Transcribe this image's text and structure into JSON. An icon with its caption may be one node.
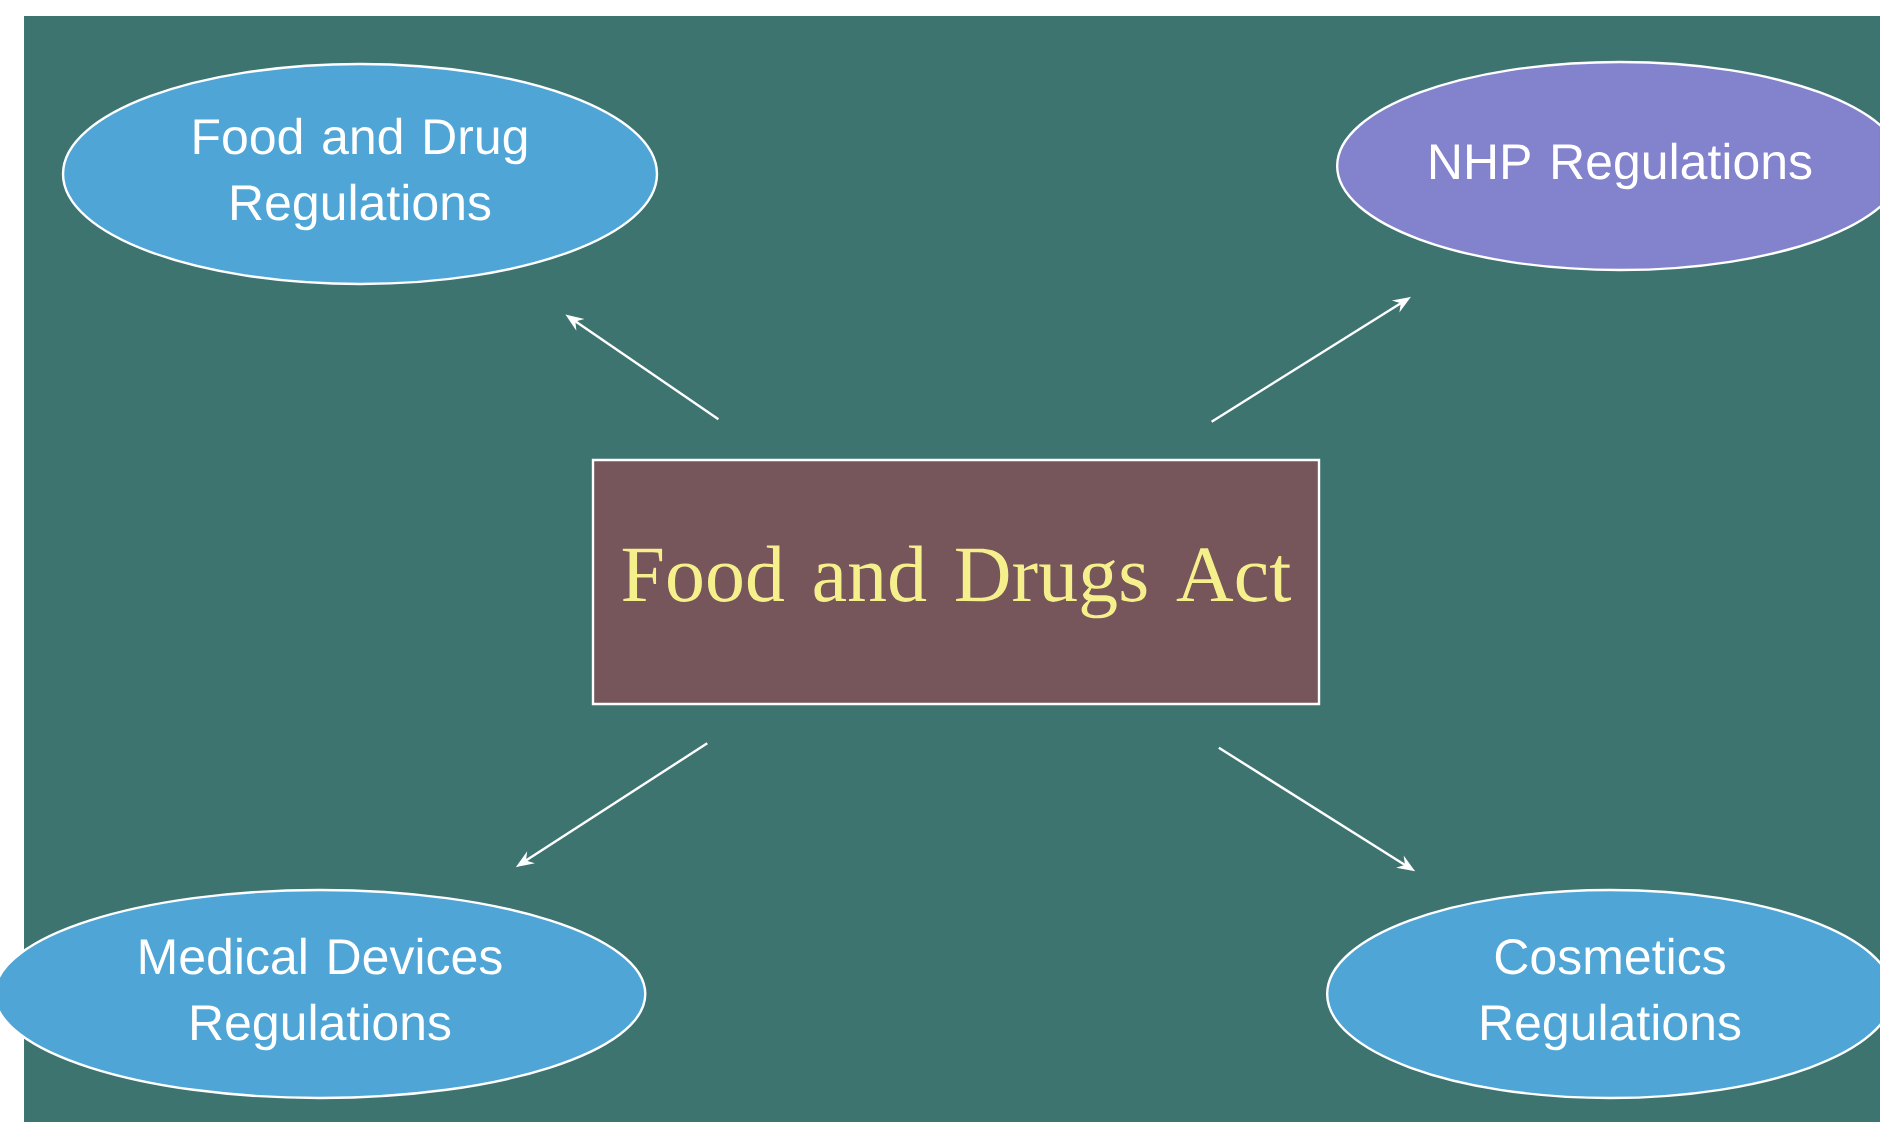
{
  "diagram": {
    "nodes": [
      {
        "text": [
          "Food and Drugs Act"
        ]
      },
      {
        "text": [
          "Food and Drug Regulations"
        ]
      },
      {
        "text": [
          "NHP Regulations"
        ]
      },
      {
        "text": [
          "Medical Devices Regulations"
        ]
      },
      {
        "text": [
          "Cosmetics Regulations"
        ]
      }
    ],
    "edges": [
      {
        "from": 0,
        "to": 1,
        "arrow": "to"
      },
      {
        "from": 0,
        "to": 2,
        "arrow": "to"
      },
      {
        "from": 0,
        "to": 3,
        "arrow": "to"
      },
      {
        "from": 0,
        "to": 4,
        "arrow": "to"
      }
    ]
  }
}
